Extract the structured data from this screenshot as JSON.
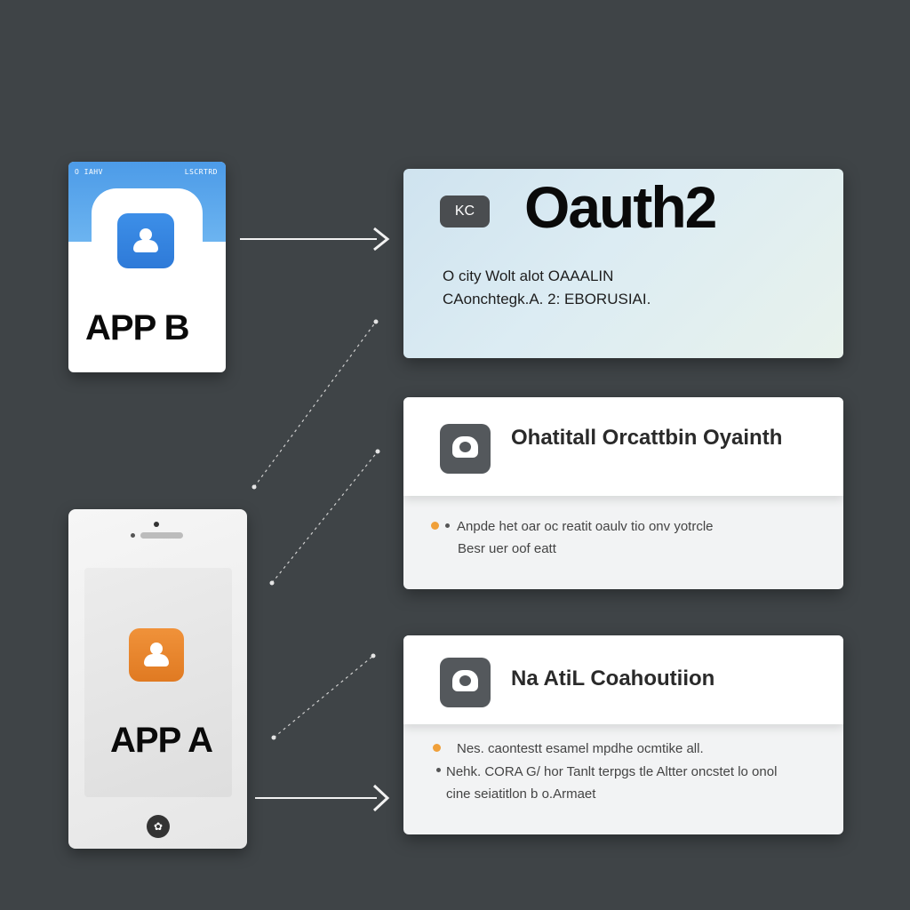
{
  "app_b": {
    "corner_left": "O IAHV",
    "corner_right": "LSCRTRD",
    "label": "APP B"
  },
  "app_a": {
    "label": "APP A"
  },
  "oauth_panel": {
    "badge": "KC",
    "title": "Oauth2",
    "line1": "O city Wolt alot OAAALIN",
    "line2": "CAonchtegk.A. 2: EBORUSIAI."
  },
  "panel_2": {
    "title": "Ohatitall Orcattbin Oyainth",
    "bullets": [
      "Anpde het oar oc reatit oaulv tio onv yotrcle",
      "Besr uer oof eatt"
    ]
  },
  "panel_3": {
    "title": "Na AtiL Coahoutiion",
    "bullets": [
      "Nes. caontestt esamel mpdhe ocmtike all.",
      "Nehk. CORA G/ hor Tanlt terpgs tle Altter oncstet lo onol",
      "cine seiatitlon b o.Armaet"
    ]
  },
  "colors": {
    "background": "#3f4447",
    "app_b_accent": "#4c9be8",
    "app_a_accent": "#f0923a",
    "bullet_orange": "#f0a03a"
  },
  "icons": {
    "app_b_icon": "person-icon",
    "app_a_icon": "person-icon",
    "card_icon": "user-circle-icon",
    "home_button": "home-icon"
  }
}
